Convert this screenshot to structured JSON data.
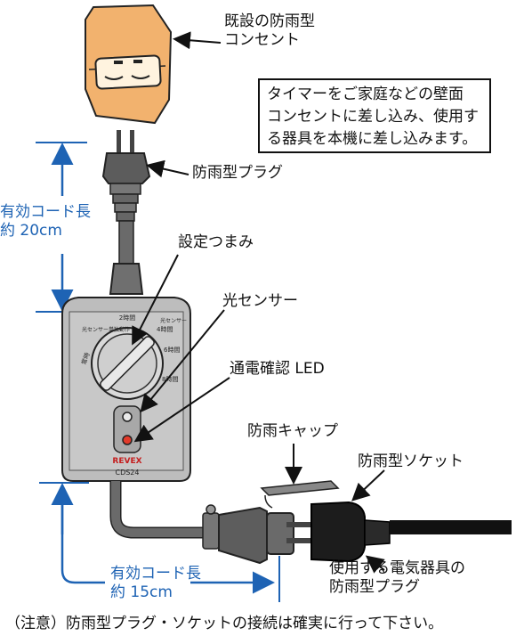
{
  "labels": {
    "existing_outlet": [
      "既設の防雨型",
      "コンセント"
    ],
    "note": [
      "タイマーをご家庭などの壁面",
      "コンセントに差し込み、使用す",
      "る器具を本機に差し込みます。"
    ],
    "plug": "防雨型プラグ",
    "dial": "設定つまみ",
    "cord_top": [
      "有効コード長",
      "約 20cm"
    ],
    "sensor": "光センサー",
    "led": "通電確認 LED",
    "cap": "防雨キャップ",
    "socket": "防雨型ソケット",
    "appliance_plug": [
      "使用する電気器具の",
      "防雨型プラグ"
    ],
    "cord_bottom": [
      "有効コード長",
      "約 15cm"
    ],
    "footer": "（注意）防雨型プラグ・ソケットの接続は確実に行って下さい。"
  },
  "device": {
    "brand": "REVEX",
    "model": "CDS24",
    "dial_marks": [
      "光センサー単独動作",
      "2時間",
      "4時間",
      "6時間",
      "8時間",
      "常時",
      "光センサー"
    ]
  },
  "colors": {
    "outlet": "#f2b26e",
    "device_body": "#b9b9b9",
    "led": "#e23a2a",
    "accent_blue": "#1e63b4"
  }
}
